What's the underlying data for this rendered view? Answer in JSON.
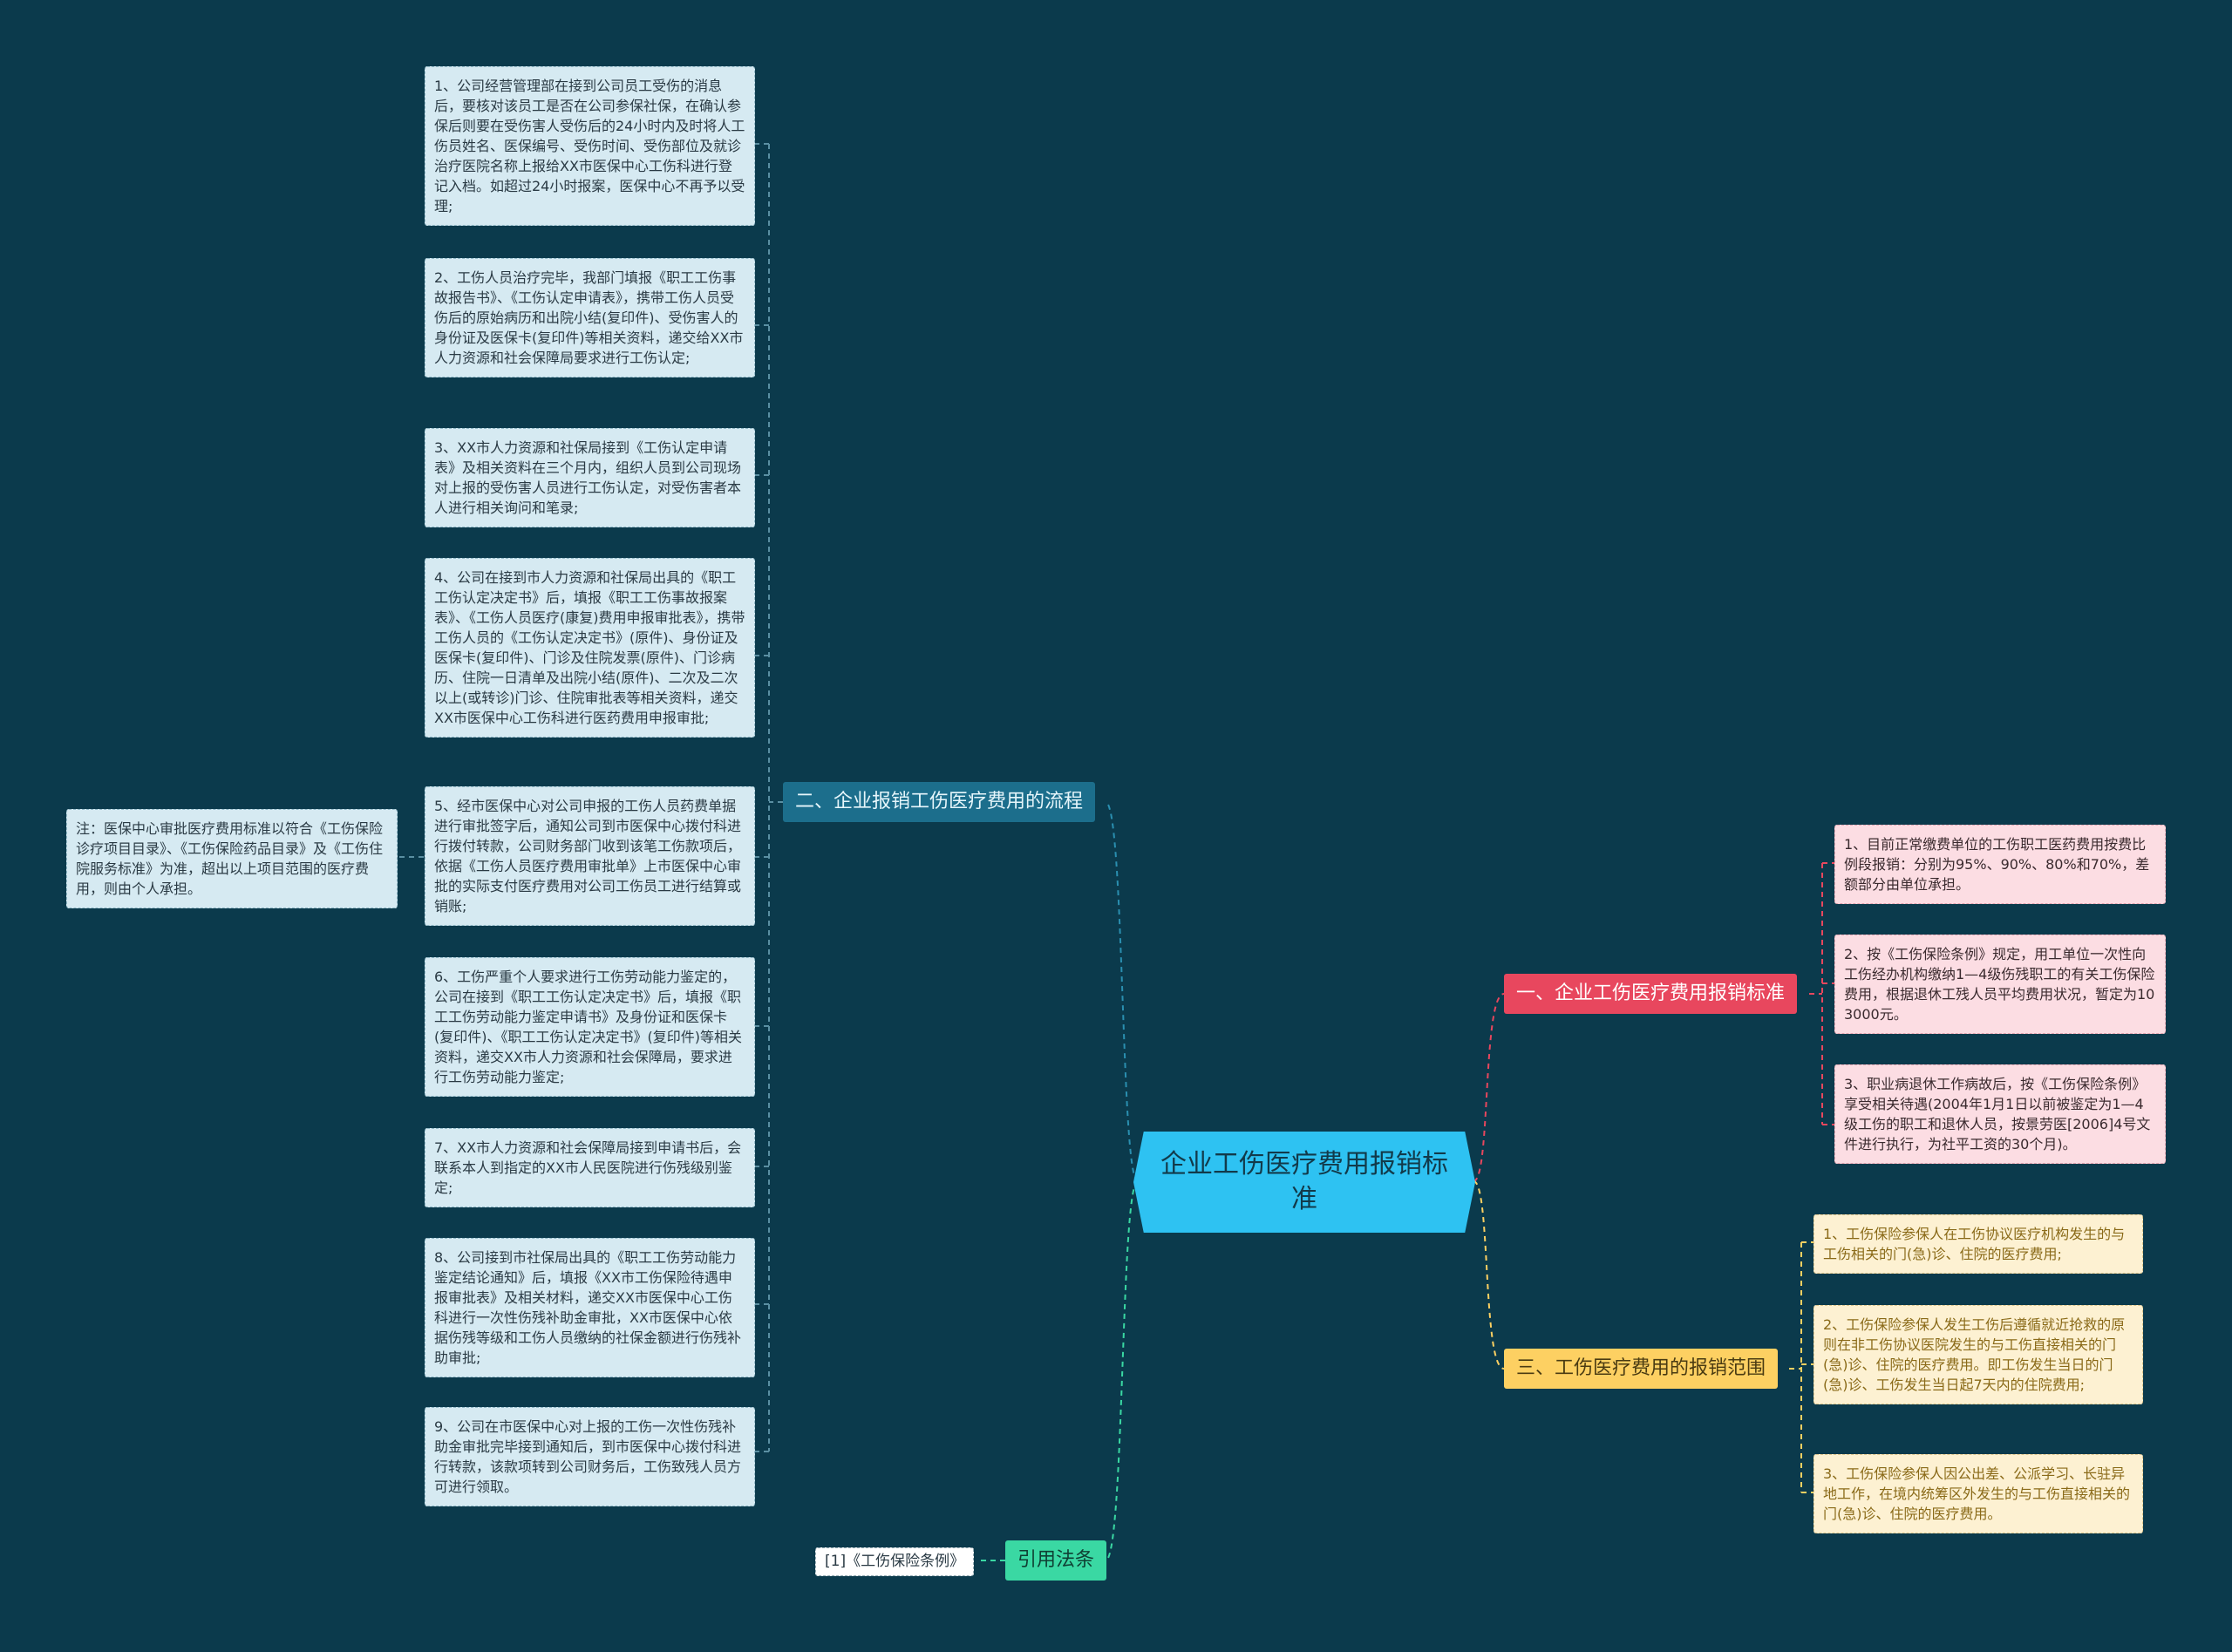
{
  "root": {
    "title": "企业工伤医疗费用报销标准"
  },
  "branches": {
    "standard": {
      "label": "一、企业工伤医疗费用报销标准",
      "items": [
        "1、目前正常缴费单位的工伤职工医药费用按费比例段报销：分别为95%、90%、80%和70%，差额部分由单位承担。",
        "2、按《工伤保险条例》规定，用工单位一次性向工伤经办机构缴纳1—4级伤残职工的有关工伤保险费用，根据退休工残人员平均费用状况，暂定为103000元。",
        "3、职业病退休工作病故后，按《工伤保险条例》享受相关待遇(2004年1月1日以前被鉴定为1—4级工伤的职工和退休人员，按景劳医[2006]4号文件进行执行，为社平工资的30个月)。"
      ]
    },
    "process": {
      "label": "二、企业报销工伤医疗费用的流程",
      "items": [
        "1、公司经营管理部在接到公司员工受伤的消息后，要核对该员工是否在公司参保社保，在确认参保后则要在受伤害人受伤后的24小时内及时将人工伤员姓名、医保编号、受伤时间、受伤部位及就诊治疗医院名称上报给XX市医保中心工伤科进行登记入档。如超过24小时报案，医保中心不再予以受理;",
        "2、工伤人员治疗完毕，我部门填报《职工工伤事故报告书》、《工伤认定申请表》，携带工伤人员受伤后的原始病历和出院小结(复印件)、受伤害人的身份证及医保卡(复印件)等相关资料，递交给XX市人力资源和社会保障局要求进行工伤认定;",
        "3、XX市人力资源和社保局接到《工伤认定申请表》及相关资料在三个月内，组织人员到公司现场对上报的受伤害人员进行工伤认定，对受伤害者本人进行相关询问和笔录;",
        "4、公司在接到市人力资源和社保局出具的《职工工伤认定决定书》后，填报《职工工伤事故报案表》、《工伤人员医疗(康复)费用申报审批表》，携带工伤人员的《工伤认定决定书》(原件)、身份证及医保卡(复印件)、门诊及住院发票(原件)、门诊病历、住院一日清单及出院小结(原件)、二次及二次以上(或转诊)门诊、住院审批表等相关资料，递交XX市医保中心工伤科进行医药费用申报审批;",
        "5、经市医保中心对公司申报的工伤人员药费单据进行审批签字后，通知公司到市医保中心拨付科进行拨付转款，公司财务部门收到该笔工伤款项后，依据《工伤人员医疗费用审批单》上市医保中心审批的实际支付医疗费用对公司工伤员工进行结算或销账;",
        "6、工伤严重个人要求进行工伤劳动能力鉴定的，公司在接到《职工工伤认定决定书》后，填报《职工工伤劳动能力鉴定申请书》及身份证和医保卡(复印件)、《职工工伤认定决定书》(复印件)等相关资料，递交XX市人力资源和社会保障局，要求进行工伤劳动能力鉴定;",
        "7、XX市人力资源和社会保障局接到申请书后，会联系本人到指定的XX市人民医院进行伤残级别鉴定;",
        "8、公司接到市社保局出具的《职工工伤劳动能力鉴定结论通知》后，填报《XX市工伤保险待遇申报审批表》及相关材料，递交XX市医保中心工伤科进行一次性伤残补助金审批，XX市医保中心依据伤残等级和工伤人员缴纳的社保金额进行伤残补助审批;",
        "9、公司在市医保中心对上报的工伤一次性伤残补助金审批完毕接到通知后，到市医保中心拨付科进行转款，该款项转到公司财务后，工伤致残人员方可进行领取。"
      ],
      "note": "注：医保中心审批医疗费用标准以符合《工伤保险诊疗项目目录》、《工伤保险药品目录》及《工伤住院服务标准》为准，超出以上项目范围的医疗费用，则由个人承担。"
    },
    "scope": {
      "label": "三、工伤医疗费用的报销范围",
      "items": [
        "1、工伤保险参保人在工伤协议医疗机构发生的与工伤相关的门(急)诊、住院的医疗费用;",
        "2、工伤保险参保人发生工伤后遵循就近抢救的原则在非工伤协议医院发生的与工伤直接相关的门(急)诊、住院的医疗费用。即工伤发生当日的门(急)诊、工伤发生当日起7天内的住院费用;",
        "3、工伤保险参保人因公出差、公派学习、长驻异地工作，在境内统筹区外发生的与工伤直接相关的门(急)诊、住院的医疗费用。"
      ]
    },
    "law": {
      "label": "引用法条",
      "items": [
        "[1]《工伤保险条例》"
      ]
    }
  },
  "colors": {
    "background": "#0b3a4c",
    "root": "#2ec2f2",
    "process": "#1c6e8c",
    "standard": "#e8475e",
    "scope": "#fdd062",
    "law": "#3ad8a3"
  }
}
